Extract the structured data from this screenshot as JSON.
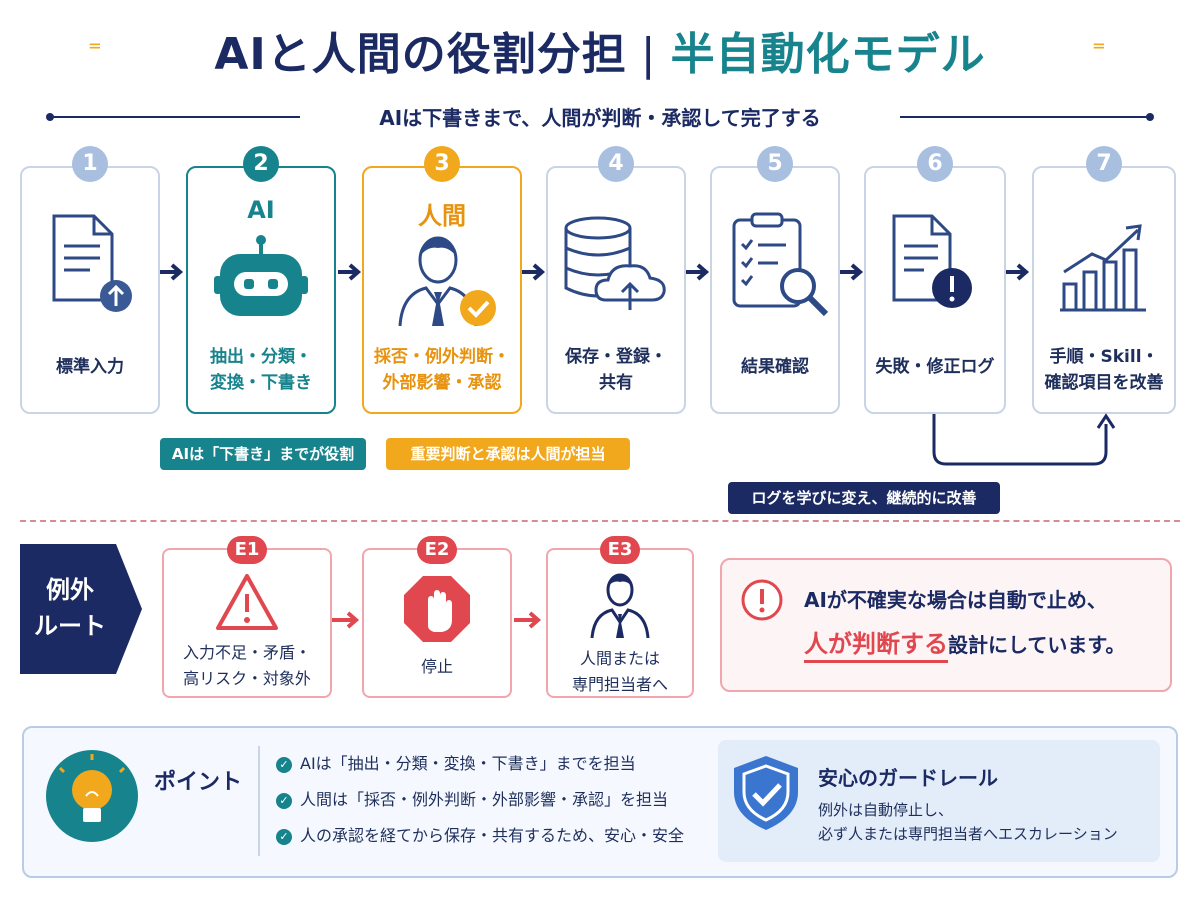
{
  "title": {
    "part1": "AIと人間の役割分担",
    "separator": "|",
    "part2": "半自動化モデル"
  },
  "subtitle": "AIは下書きまで、人間が判断・承認して完了する",
  "steps": [
    {
      "number": "1",
      "label_lines": [
        "標準入力"
      ],
      "icon": "document-upload-icon"
    },
    {
      "number": "2",
      "role": "AI",
      "label_lines": [
        "抽出・分類・",
        "変換・下書き"
      ],
      "icon": "robot-icon"
    },
    {
      "number": "3",
      "role": "人間",
      "label_lines": [
        "採否・例外判断・",
        "外部影響・承認"
      ],
      "icon": "person-check-icon"
    },
    {
      "number": "4",
      "label_lines": [
        "保存・登録・",
        "共有"
      ],
      "icon": "database-cloud-icon"
    },
    {
      "number": "5",
      "label_lines": [
        "結果確認"
      ],
      "icon": "clipboard-search-icon"
    },
    {
      "number": "6",
      "label_lines": [
        "失敗・修正ログ"
      ],
      "icon": "document-alert-icon"
    },
    {
      "number": "7",
      "label_lines": [
        "手順・Skill・",
        "確認項目を改善"
      ],
      "icon": "growth-chart-icon"
    }
  ],
  "tags": {
    "ai": "AIは「下書き」までが役割",
    "human": "重要判断と承認は人間が担当",
    "loop": "ログを学びに変え、継続的に改善"
  },
  "exception": {
    "route_label_lines": [
      "例外",
      "ルート"
    ],
    "cards": [
      {
        "number": "E1",
        "label_lines": [
          "入力不足・矛盾・",
          "高リスク・対象外"
        ],
        "icon": "warning-triangle-icon"
      },
      {
        "number": "E2",
        "label_lines": [
          "停止"
        ],
        "icon": "stop-hand-icon"
      },
      {
        "number": "E3",
        "label_lines": [
          "人間または",
          "専門担当者へ"
        ],
        "icon": "person-icon"
      }
    ],
    "note": {
      "line1": "AIが不確実な場合は自動で止め、",
      "emphasis": "人が判断する",
      "line2_rest": "設計にしています。"
    }
  },
  "points": {
    "heading": "ポイント",
    "bullets": [
      "AIは「抽出・分類・変換・下書き」までを担当",
      "人間は「採否・例外判断・外部影響・承認」を担当",
      "人の承認を経てから保存・共有するため、安心・安全"
    ]
  },
  "guardrail": {
    "heading": "安心のガードレール",
    "lines": [
      "例外は自動停止し、",
      "必ず人または専門担当者へエスカレーション"
    ]
  },
  "colors": {
    "navy": "#1b2a63",
    "teal": "#17838c",
    "orange": "#f2a81d",
    "red": "#e0474f",
    "light_blue": "#a8bfe0"
  }
}
